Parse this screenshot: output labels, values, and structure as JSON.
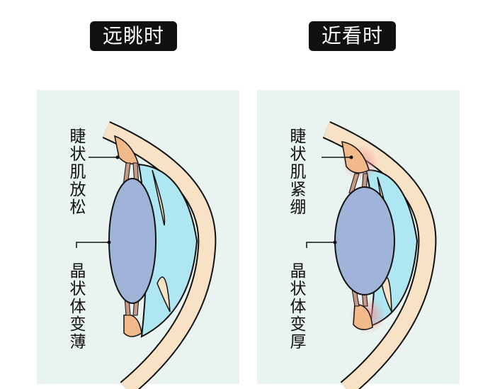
{
  "left": {
    "title": "远眺时",
    "muscle_label": "睫状肌放松",
    "lens_label": "晶状体变薄"
  },
  "right": {
    "title": "近看时",
    "muscle_label": "睫状肌紧绷",
    "lens_label": "晶状体变厚"
  },
  "colors": {
    "panel": "#e9f4f0",
    "lens": "#9fb4d8",
    "aqueous": "#aee6f2",
    "tissue": "#f8e2c6",
    "muscle": "#f2b98a",
    "tension": "#f4a0a0"
  }
}
